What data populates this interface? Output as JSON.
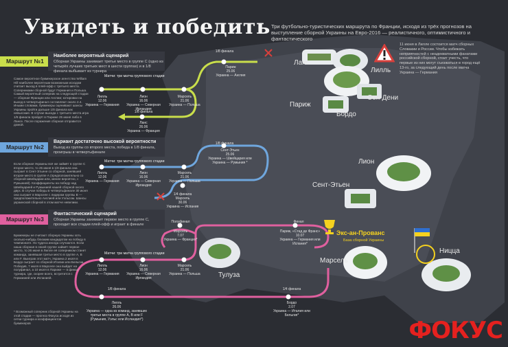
{
  "title": "Увидеть и победить",
  "subtitle": "Три футбольно-туристических маршрута по Франции, исходя из трёх прогнозов на выступление сборной Украины на Евро-2016 — реалистичного, оптимистичного и фантастического",
  "warning": "11 июня в Лилле состоится матч сборных Словакии и России. Чтобы избежать неприятностей с неадекватными фанатами российской сборной, стоит учесть, что первые из них могут съезжаться в город ещё 13-го, за следующий день после матча Украина — Германия",
  "colors": {
    "route1": "#c9de4b",
    "route2": "#6fa6dd",
    "route3": "#e0609f",
    "x_mark": "#d7403c"
  },
  "cities": {
    "lens": "Ланс",
    "lille": "Лилль",
    "paris": "Париж",
    "saint_denis": "Сен-Дени",
    "bordeaux": "Бордо",
    "lyon": "Лион",
    "saint_etienne": "Сент-Этьен",
    "aix": "Экс-ан-Прованс",
    "aix_sub": "База сборной Украины",
    "marseille": "Марсель",
    "nice": "Ницца",
    "toulouse": "Тулуза"
  },
  "route1": {
    "tab": "Маршрут №1",
    "title": "Наиболее вероятный сценарий",
    "desc": "Сборная Украины занимает третье место в группе С (одно из четырёх лучших третьих мест в шести группах) и в 1/8 финала выбывает из турнира",
    "body": "Самое вероятное букмекерское агентство William Hill наиболее вероятным возможным исходом считает выход в плей-офф с третьего места. Соперниками сборной будут Германия и Польша. Самый вероятный соперник на следующей стадии — сборная Франции или Англии; котировки на выход в четвертьфинал составляют около 2.4. Иными словами, букмекеры оценивают шансы Украины пройти дальше 1/8 финала как невысокие. В случае выхода с третьего места игра 1/8 финала пройдёт в Париже 25 июня либо в Лансе. После поражения сборная отправится домой.",
    "group_label": "Матчи: три матча группового стадии",
    "nodes": [
      {
        "city": "Лилль",
        "date": "12.06",
        "match": "Украина — Германия"
      },
      {
        "city": "Лион",
        "date": "16.06",
        "match": "Украина — Северная Ирландия"
      },
      {
        "city": "Марсель",
        "date": "21.06",
        "match": "Украина — Польша"
      }
    ],
    "up": {
      "stage": "1/8 финала",
      "city": "Париж",
      "date": "25.06",
      "match": "Украина — Англия"
    },
    "down": {
      "stage": "1/8 финала",
      "city": "Ланс",
      "date": "26.06",
      "match": "Украина — Франция"
    }
  },
  "route2": {
    "tab": "Маршрут №2",
    "title": "Вариант достаточно высокой вероятности",
    "desc": "Выход из группы со второго места, победа в 1/8 финала, проигрыш в четвертьфинале",
    "body": "Если сборная Украины всё же займёт в группе С второе место, то 25 июня в 1/8 финала она сыграет в Сент-Этьене со сборной, занявшей второе место в группе А (предположительно со сборной Швейцарии или, менее вероятно, с Румынией). Коэффициенты на победу над Швейцарией и Румынией нашей сборной около двух. В случае победы в четвертьфинале 30 июня она сыграет в Марселе с лидером группы В — предположительно Англией или Уэльсом. Шансы украинской сборной в этом матче невелики.",
    "group_label": "Матчи: три матча группового стадии",
    "nodes": [
      {
        "city": "Лилль",
        "date": "12.06",
        "match": "Украина — Германия"
      },
      {
        "city": "Лион",
        "date": "16.06",
        "match": "Украина — Северная Ирландия"
      },
      {
        "city": "Марсель",
        "date": "21.06",
        "match": "Украина — Польша"
      }
    ],
    "up": {
      "stage": "1/8 финала",
      "city": "Сент-Этьен",
      "date": "25.06",
      "match": "Украина — Швейцария или Украина — Румыния *"
    },
    "down": {
      "stage": "1/4 финала",
      "city": "Марсель",
      "date": "30.06",
      "match": "Украина — Испания"
    }
  },
  "route3": {
    "tab": "Маршрут №3",
    "title": "Фантастический сценарий",
    "desc": "Сборная Украины занимает первое место в группе С, проходит все стадии плей-офф и играет в финале",
    "body": "Букмекеры не считают сборную Украины хоть сколько-нибудь близким кандидатом на победу в чемпионате. Но чудеса иногда случаются. Если наша сборная в своей группе займёт первое место, то 26 июня в Лилле её соперником станет команда, занявшая третье место в группе А, В или F. Выиграв этот матч, Украина 2 июля в Бордо сыграет со сборной Италии или Бельгии. Победив, 7 июля в Марселе она выйдет на полуфинал, а 10 июля в Париже — в финал турнира, где, скорее всего, встретится с Германией или Испанией.",
    "group_label": "Матчи: три матча группового стадии",
    "nodes": [
      {
        "city": "Лилль",
        "date": "12.06",
        "match": "Украина — Германия"
      },
      {
        "city": "Лион",
        "date": "16.06",
        "match": "Украина — Северная Ирландия"
      },
      {
        "city": "Марсель",
        "date": "21.06",
        "match": "Украина — Польша"
      }
    ],
    "r16": {
      "stage": "1/8 финала",
      "city": "Лилль",
      "date": "26.06",
      "match": "Украина — одна из команд, занявших третьи места в группе А, В или F (Румыния, Уэльс или Исландия*)"
    },
    "qf": {
      "stage": "1/4 финала",
      "city": "Бордо",
      "date": "2.07",
      "match": "Украина — Италия или Бельгия*"
    },
    "sf": {
      "stage": "Полуфинал",
      "city": "Марсель",
      "date": "7.07",
      "match": "Украина — Франция*"
    },
    "final": {
      "stage": "Финал",
      "city": "Париж, «Стад де Франс»",
      "date": "10.07",
      "match": "Украина — Германия или Испания*"
    }
  },
  "footnote": "* Возможный соперник сборной Украины на этой стадии — прогноз Фокуса исходя из сетки турнира и коэффициентов букмекеров",
  "brand": "ФОКУС"
}
